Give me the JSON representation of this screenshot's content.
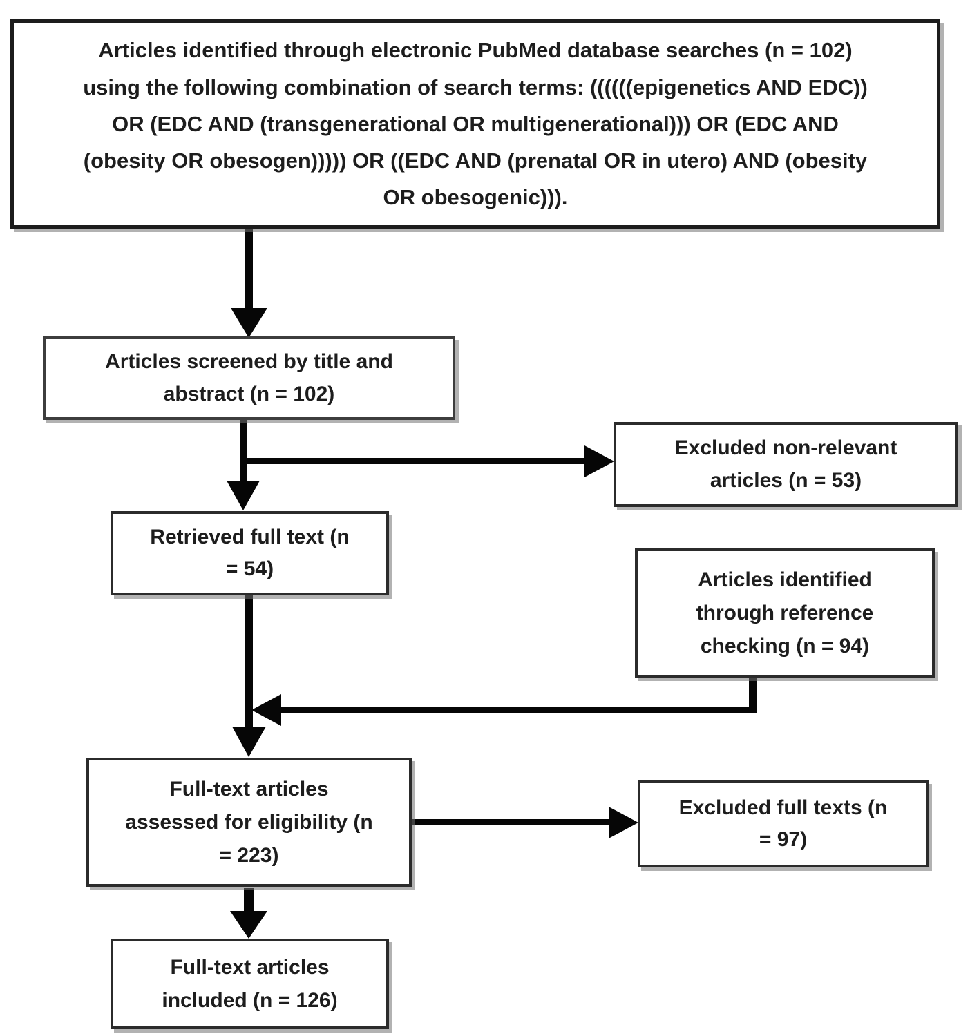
{
  "diagram": {
    "type": "flowchart",
    "boxes": {
      "identified": {
        "text": "Articles identified through electronic PubMed database searches (n = 102)\nusing the following combination of search terms: ((((((epigenetics AND EDC))\nOR (EDC AND (transgenerational OR multigenerational))) OR (EDC AND\n(obesity OR obesogen))))) OR ((EDC AND (prenatal OR in utero) AND (obesity\nOR obesogenic))).",
        "n": 102
      },
      "screened": {
        "text": "Articles screened by title and\nabstract (n = 102)",
        "n": 102
      },
      "excluded_non_relevant": {
        "text": "Excluded non-relevant\narticles (n = 53)",
        "n": 53
      },
      "retrieved": {
        "text": "Retrieved full text (n\n= 54)",
        "n": 54
      },
      "reference_checking": {
        "text": "Articles identified\nthrough reference\nchecking (n = 94)",
        "n": 94
      },
      "assessed": {
        "text": "Full-text articles\nassessed for eligibility (n\n= 223)",
        "n": 223
      },
      "excluded_full_texts": {
        "text": "Excluded full texts (n\n= 97)",
        "n": 97
      },
      "included": {
        "text": "Full-text articles\nincluded (n = 126)",
        "n": 126
      }
    },
    "colors": {
      "background": "#ffffff",
      "box_border": "#2b2b2b",
      "text": "#1d1d1d",
      "arrow": "#060606",
      "shadow": "#737373"
    }
  }
}
